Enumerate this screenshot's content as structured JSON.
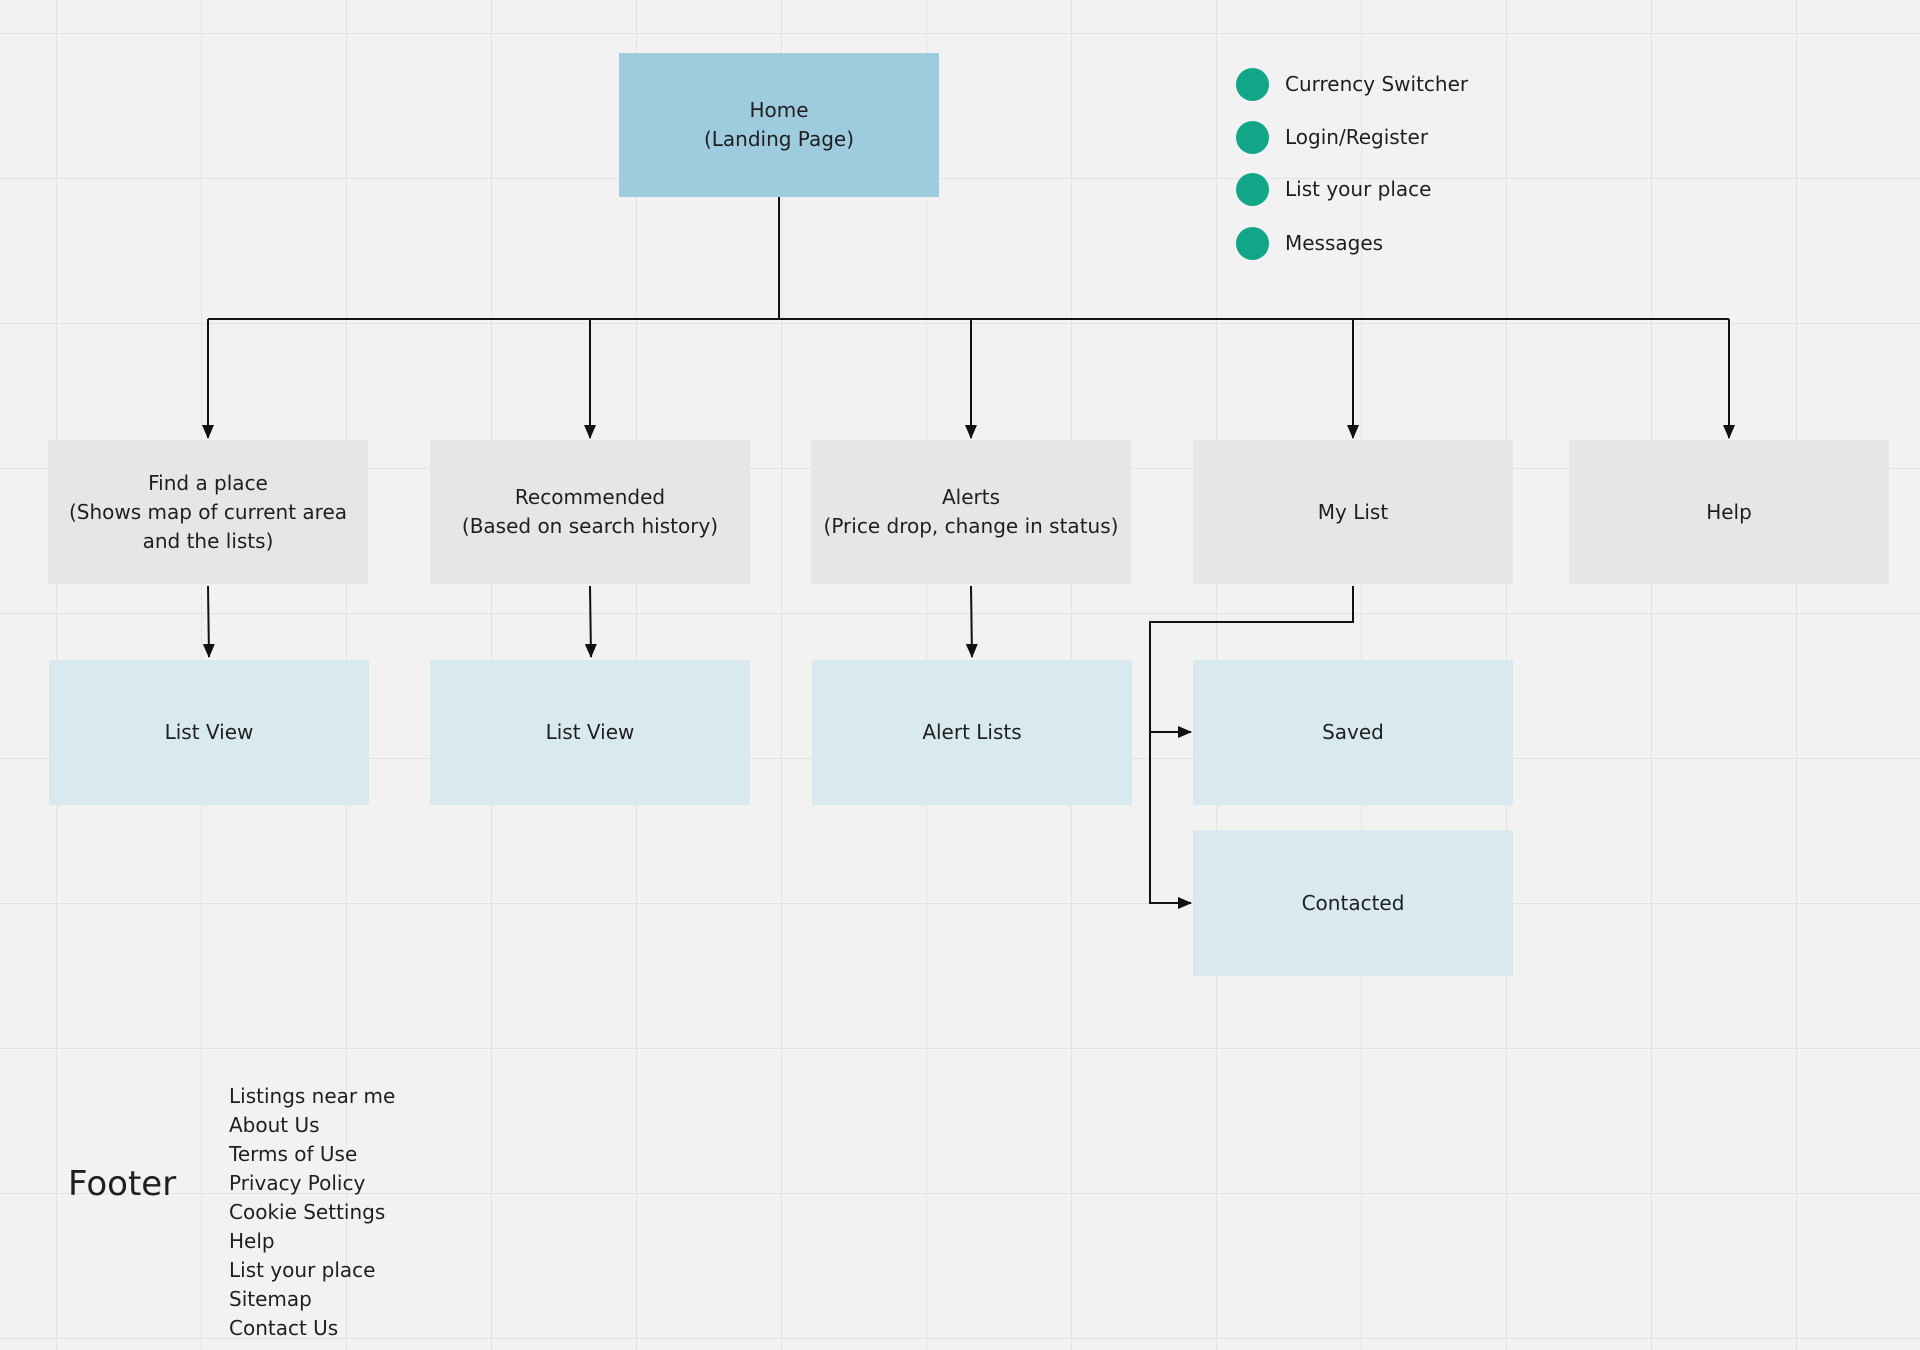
{
  "colors": {
    "root_fill": "#9fcbdf",
    "primary_fill": "#e6e6e6",
    "leaf_fill": "#d9e9f0",
    "legend_dot": "#12a689",
    "connector": "#111111"
  },
  "nodes": {
    "home": "Home\n(Landing Page)",
    "find_place": "Find a place\n(Shows map of current area and the lists)",
    "recommended": "Recommended\n(Based on search history)",
    "alerts": "Alerts\n(Price drop, change in status)",
    "my_list": "My List",
    "help": "Help",
    "find_list_view": "List View",
    "recommended_list_view": "List View",
    "alert_lists": "Alert Lists",
    "saved": "Saved",
    "contacted": "Contacted"
  },
  "legend": [
    {
      "label": "Currency Switcher"
    },
    {
      "label": "Login/Register"
    },
    {
      "label": "List your place"
    },
    {
      "label": "Messages"
    }
  ],
  "footer": {
    "heading": "Footer",
    "links": [
      "Listings near me",
      "About Us",
      "Terms of Use",
      "Privacy Policy",
      "Cookie Settings",
      "Help",
      "List your place",
      "Sitemap",
      "Contact Us"
    ]
  }
}
